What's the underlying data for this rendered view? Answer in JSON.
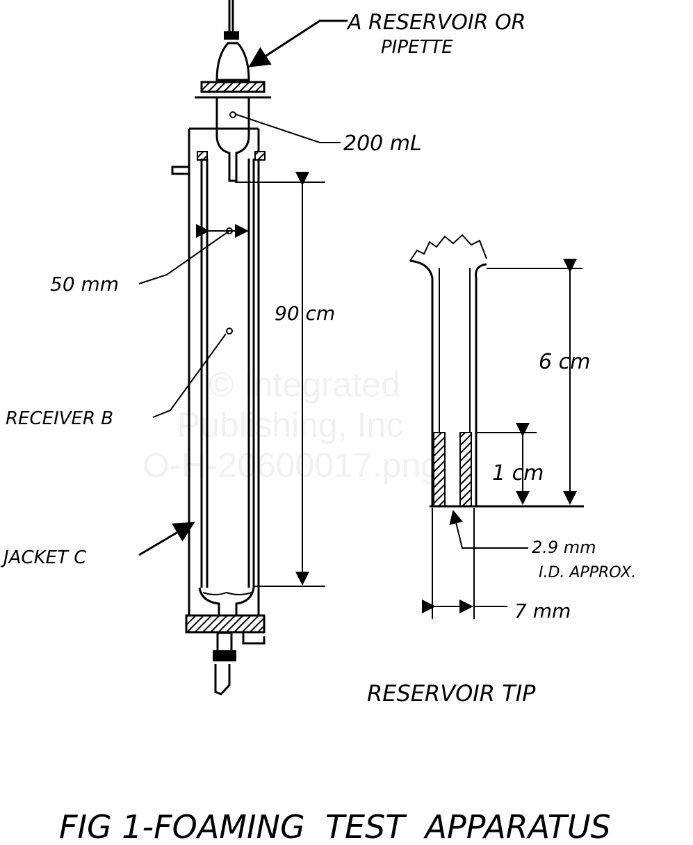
{
  "labels": {
    "reservoir_a_line1": "A RESERVOIR OR",
    "reservoir_a_line2": "PIPETTE",
    "volume": "200 mL",
    "diameter": "50 mm",
    "height": "90 cm",
    "receiver_b": "RECEIVER B",
    "jacket_c": "JACKET C",
    "tip_height": "6 cm",
    "tip_sleeve": "1 cm",
    "tip_id_line1": "2.9 mm",
    "tip_id_line2": "I.D. APPROX.",
    "tip_od": "7 mm",
    "tip_title": "RESERVOIR TIP",
    "figure_title": "FIG 1-FOAMING  TEST  APPARATUS"
  },
  "watermark": {
    "line1": "© Integrated",
    "line2": "Publishing, Inc",
    "line3": "O-H-20600017.png"
  }
}
